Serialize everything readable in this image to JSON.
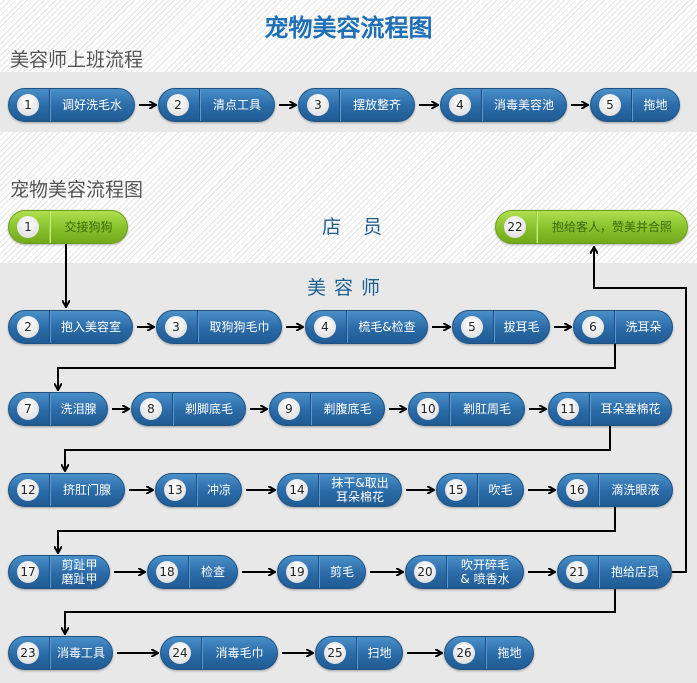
{
  "title": "宠物美容流程图",
  "section1": {
    "heading": "美容师上班流程",
    "steps": [
      {
        "n": "1",
        "label": "调好洗毛水"
      },
      {
        "n": "2",
        "label": "清点工具"
      },
      {
        "n": "3",
        "label": "摆放整齐"
      },
      {
        "n": "4",
        "label": "消毒美容池"
      },
      {
        "n": "5",
        "label": "拖地"
      }
    ]
  },
  "section2": {
    "heading": "宠物美容流程图",
    "staff_label": "店 员",
    "groomer_label": "美容师",
    "staff_steps": [
      {
        "n": "1",
        "label": "交接狗狗"
      },
      {
        "n": "22",
        "label": "抱给客人，赞美并合照"
      }
    ],
    "steps": [
      {
        "n": "2",
        "label": "抱入美容室"
      },
      {
        "n": "3",
        "label": "取狗狗毛巾"
      },
      {
        "n": "4",
        "label": "梳毛&检查"
      },
      {
        "n": "5",
        "label": "拔耳毛"
      },
      {
        "n": "6",
        "label": "洗耳朵"
      },
      {
        "n": "7",
        "label": "洗泪腺"
      },
      {
        "n": "8",
        "label": "剃脚底毛"
      },
      {
        "n": "9",
        "label": "剃腹底毛"
      },
      {
        "n": "10",
        "label": "剃肛周毛"
      },
      {
        "n": "11",
        "label": "耳朵塞棉花"
      },
      {
        "n": "12",
        "label": "挤肛门腺"
      },
      {
        "n": "13",
        "label": "冲凉"
      },
      {
        "n": "14",
        "label": "抹干&取出\n耳朵棉花"
      },
      {
        "n": "15",
        "label": "吹毛"
      },
      {
        "n": "16",
        "label": "滴洗眼液"
      },
      {
        "n": "17",
        "label": "剪趾甲\n磨趾甲"
      },
      {
        "n": "18",
        "label": "检查"
      },
      {
        "n": "19",
        "label": "剪毛"
      },
      {
        "n": "20",
        "label": "吹开碎毛\n& 喷香水"
      },
      {
        "n": "21",
        "label": "抱给店员"
      },
      {
        "n": "23",
        "label": "消毒工具"
      },
      {
        "n": "24",
        "label": "消毒毛巾"
      },
      {
        "n": "25",
        "label": "扫地"
      },
      {
        "n": "26",
        "label": "拖地"
      }
    ]
  },
  "colors": {
    "blue": "#2a6aa6",
    "green": "#86c02a",
    "title": "#1e6fb5"
  }
}
